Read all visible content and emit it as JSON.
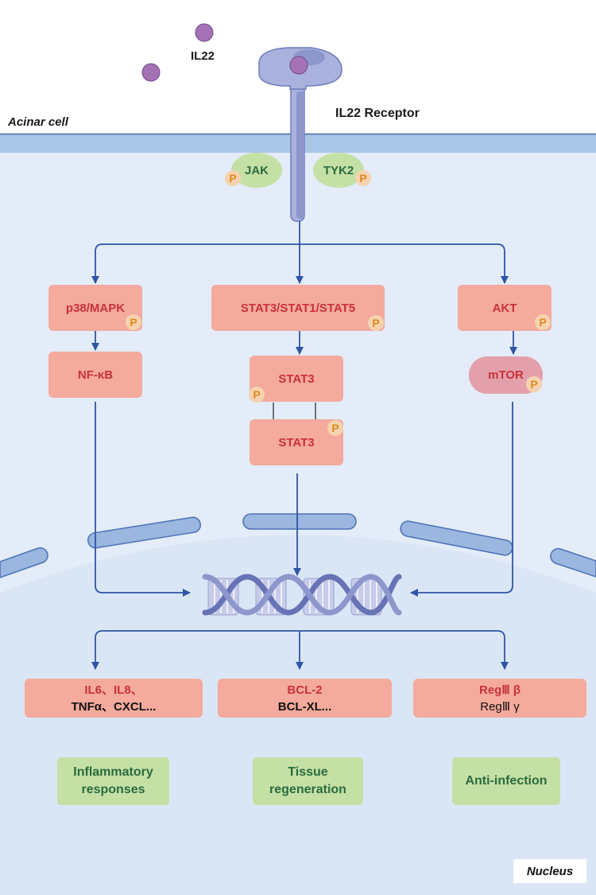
{
  "labels": {
    "il22": "IL22",
    "receptor": "IL22 Receptor",
    "acinar_cell": "Acinar cell",
    "nucleus": "Nucleus"
  },
  "kinases": {
    "jak": "JAK",
    "tyk2": "TYK2"
  },
  "phospho": "P",
  "pathways": {
    "left": {
      "top": "p38/MAPK",
      "bottom": "NF-κB"
    },
    "center": {
      "top": "STAT3/STAT1/STAT5",
      "dimer_a": "STAT3",
      "dimer_b": "STAT3"
    },
    "right": {
      "top": "AKT",
      "bottom": "mTOR"
    }
  },
  "genes": {
    "left": {
      "line1": "IL6、IL8、",
      "line2": "TNFα、CXCL..."
    },
    "center": {
      "line1": "BCL-2",
      "line2": "BCL-XL..."
    },
    "right": {
      "line1": "RegⅢ β",
      "line2": "RegⅢ γ"
    }
  },
  "outcomes": {
    "left": {
      "line1": "Inflammatory",
      "line2": "responses"
    },
    "center": {
      "line1": "Tissue",
      "line2": "regeneration"
    },
    "right": {
      "line1": "Anti-infection"
    }
  },
  "colors": {
    "cytoplasm": "#e3ecf8",
    "membrane": "#aac6e6",
    "receptor": "#a9b1dc",
    "arrow": "#2f55a4",
    "pathway_box": "#f4aa9c",
    "outcome_box": "#c5e0a5",
    "ligand": "#a672b6"
  }
}
